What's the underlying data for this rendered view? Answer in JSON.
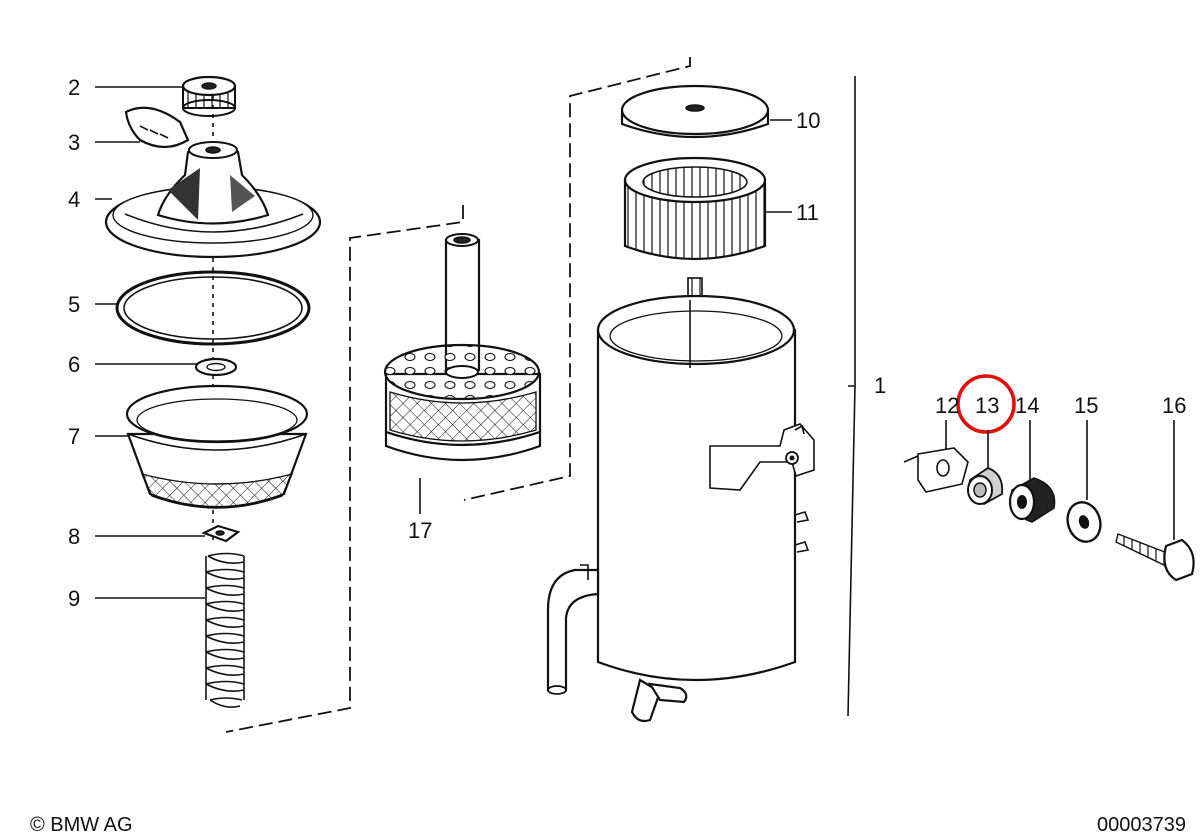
{
  "labels": {
    "l1": "1",
    "l2": "2",
    "l3": "3",
    "l4": "4",
    "l5": "5",
    "l6": "6",
    "l7": "7",
    "l8": "8",
    "l9": "9",
    "l10": "10",
    "l11": "11",
    "l12": "12",
    "l13": "13",
    "l14": "14",
    "l15": "15",
    "l16": "16",
    "l17": "17"
  },
  "footer": {
    "copyright": "© BMW AG",
    "diagram_number": "00003739"
  },
  "highlight": {
    "part": "13",
    "color": "#e01010"
  }
}
